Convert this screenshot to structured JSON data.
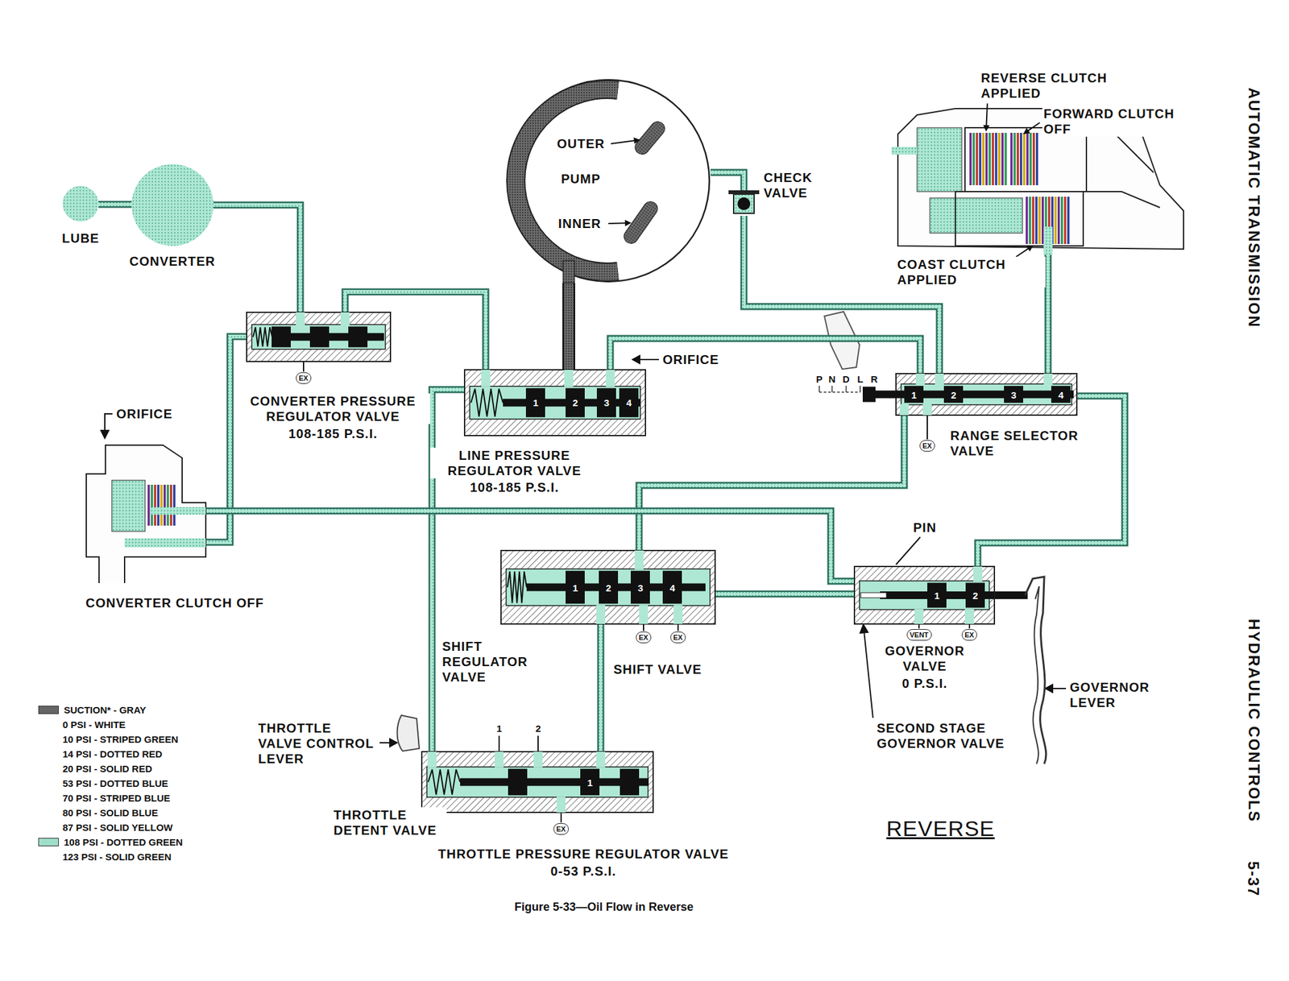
{
  "diagram": {
    "title": "REVERSE",
    "caption": "Figure 5-33—Oil Flow in Reverse",
    "nodes": [
      {
        "text": [
          "OUTER",
          "PUMP",
          "INNER"
        ]
      },
      {
        "text": [
          "LUBE"
        ]
      },
      {
        "text": [
          "CONVERTER"
        ]
      },
      {
        "text": [
          "CONVERTER PRESSURE REGULATOR VALVE",
          "108-185 P.S.I."
        ]
      },
      {
        "text": [
          "CHECK VALVE"
        ]
      },
      {
        "text": [
          "LINE PRESSURE REGULATOR VALVE",
          "108-185 P.S.I."
        ]
      },
      {
        "text": [
          "REVERSE CLUTCH APPLIED",
          "FORWARD CLUTCH OFF",
          "COAST CLUTCH APPLIED"
        ]
      },
      {
        "text": [
          "RANGE SELECTOR VALVE"
        ]
      },
      {
        "text": [
          "CONVERTER CLUTCH OFF"
        ]
      },
      {
        "text": [
          "SHIFT VALVE"
        ]
      },
      {
        "text": [
          "GOVERNOR VALVE",
          "0 P.S.I."
        ]
      },
      {
        "text": [
          "THROTTLE PRESSURE REGULATOR VALVE",
          "0-53 P.S.I."
        ]
      }
    ],
    "edges": [
      {
        "from": 0,
        "to": 5,
        "arrow": "none"
      },
      {
        "from": 0,
        "to": 4,
        "arrow": "none"
      },
      {
        "from": 4,
        "to": 7,
        "arrow": "none"
      },
      {
        "from": 7,
        "to": 6,
        "arrow": "none"
      },
      {
        "from": 5,
        "to": 3,
        "arrow": "none"
      },
      {
        "from": 3,
        "to": 2,
        "arrow": "none"
      },
      {
        "from": 2,
        "to": 1,
        "arrow": "none"
      },
      {
        "from": 3,
        "to": 8,
        "arrow": "none"
      },
      {
        "from": 5,
        "to": 11,
        "arrow": "none"
      },
      {
        "from": 11,
        "to": 9,
        "arrow": "none"
      },
      {
        "from": 7,
        "to": 9,
        "arrow": "none"
      },
      {
        "from": 7,
        "to": 10,
        "arrow": "none"
      },
      {
        "from": 10,
        "to": 9,
        "arrow": "none"
      },
      {
        "from": 5,
        "to": 7,
        "arrow": "none"
      },
      {
        "from": 8,
        "to": 10,
        "arrow": "none"
      }
    ],
    "labels": [
      "AUTOMATIC TRANSMISSION",
      "HYDRAULIC CONTROLS",
      "5-37",
      "EX",
      "ORIFICE",
      "1",
      "2",
      "3",
      "4",
      "ORIFICE",
      "P",
      "N",
      "D",
      "L",
      "R",
      "1",
      "2",
      "3",
      "4",
      "EX",
      "1",
      "2",
      "3",
      "4",
      "EX",
      "EX",
      "1",
      "2",
      "VENT",
      "EX",
      "1",
      "2",
      "1",
      "EX",
      "SHIFT REGULATOR VALVE",
      "PIN",
      "SECOND STAGE GOVERNOR VALVE",
      "GOVERNOR LEVER",
      "THROTTLE VALVE CONTROL LEVER",
      "THROTTLE DETENT VALVE"
    ],
    "legend": [
      {
        "text": "SUCTION* - GRAY",
        "color": "#666666"
      },
      {
        "text": "0 PSI - WHITE"
      },
      {
        "text": "10 PSI - STRIPED GREEN"
      },
      {
        "text": "14 PSI - DOTTED RED"
      },
      {
        "text": "20 PSI - SOLID RED"
      },
      {
        "text": "53 PSI - DOTTED BLUE"
      },
      {
        "text": "70 PSI - STRIPED BLUE"
      },
      {
        "text": "80 PSI - SOLID BLUE"
      },
      {
        "text": "87 PSI - SOLID YELLOW"
      },
      {
        "text": "108 PSI - DOTTED GREEN",
        "color": "#9fdfc8"
      },
      {
        "text": "123 PSI - SOLID GREEN"
      }
    ]
  }
}
